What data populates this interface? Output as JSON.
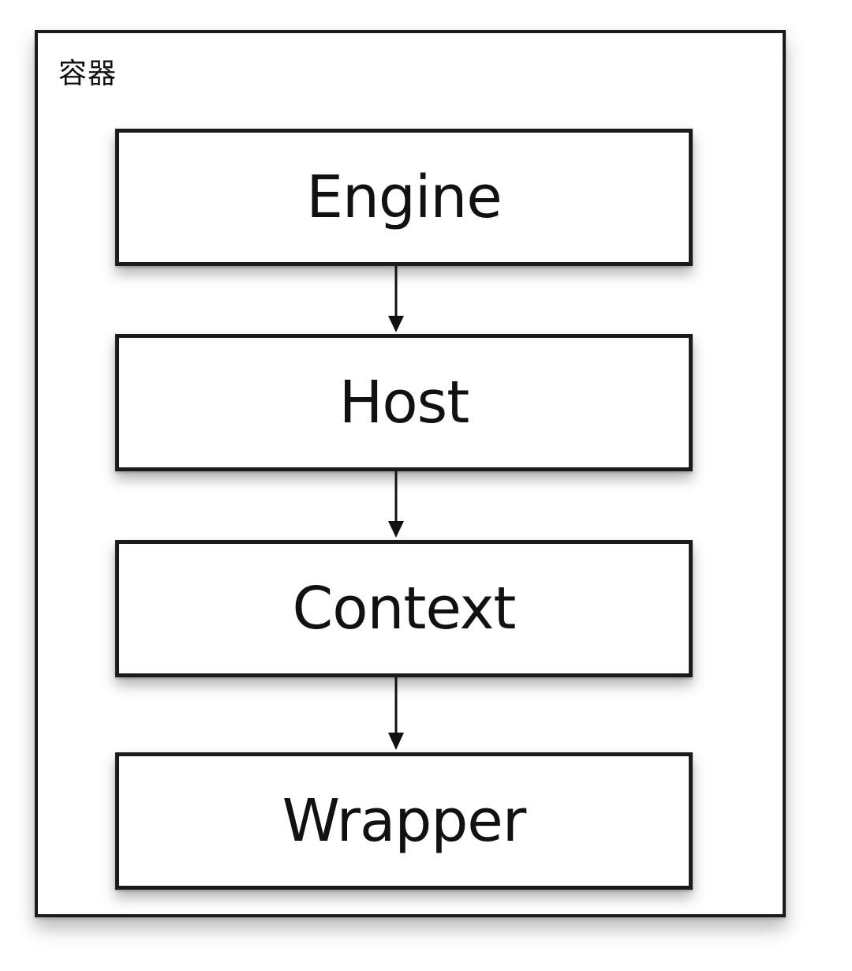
{
  "container": {
    "label": "容器"
  },
  "nodes": [
    {
      "label": "Engine"
    },
    {
      "label": "Host"
    },
    {
      "label": "Context"
    },
    {
      "label": "Wrapper"
    }
  ]
}
